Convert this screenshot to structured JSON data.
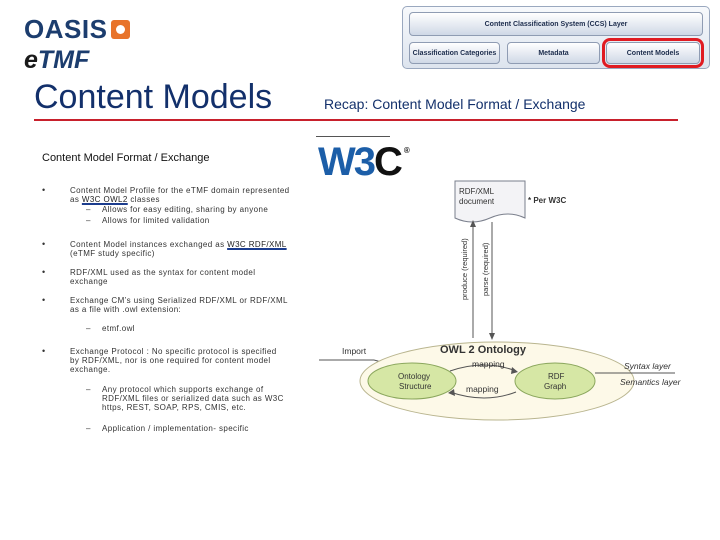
{
  "logos": {
    "oasis": "OASIS",
    "etmf_e": "e",
    "etmf_rest": "TMF"
  },
  "header": {
    "title": "Content Models",
    "subtitle": "Recap: Content Model Format / Exchange"
  },
  "ccs_panel": {
    "layer": "Content Classification System (CCS) Layer",
    "buttons": [
      "Classification Categories",
      "Metadata",
      "Content Models"
    ],
    "highlighted": "Content Models",
    "highlight_color": "#e01b22"
  },
  "section": {
    "heading": "Content Model Format / Exchange"
  },
  "bullets": {
    "b1_text": "Content Model Profile for the eTMF domain represented",
    "b1_as": "as ",
    "b1_link": "W3C OWL2",
    "b1_tail": " classes",
    "b1_sub1": "Allows for easy editing, sharing by anyone",
    "b1_sub2": "Allows for limited validation",
    "b2_text": "Content Model instances exchanged as ",
    "b2_link": "W3C RDF/XML",
    "b2_line2": "(eTMF study specific)",
    "b3_line1": "RDF/XML used as the syntax for content model",
    "b3_line2": "exchange",
    "b4_line1": "Exchange CM’s  using Serialized RDF/XML or RDF/XML",
    "b4_line2": "as a file with .owl extension:",
    "b4_sub": "etmf.owl",
    "b5_line1": "Exchange Protocol :  No specific protocol is specified",
    "b5_line2": "by RDF/XML, nor is one required for content model",
    "b5_line3": "exchange.",
    "b5_sub1_line1": "Any protocol which supports exchange of",
    "b5_sub1_line2": "RDF/XML files or serialized data such as W3C",
    "b5_sub1_line3": "https, REST, SOAP, RPS, CMIS, etc.",
    "b5_sub2": "Application / implementation- specific",
    "bullet_glyph": "•",
    "dash_glyph": "–"
  },
  "w3c_logo": {
    "w3": "W3",
    "c": "C",
    "reg": "®"
  },
  "diagram": {
    "doc_label_1": "RDF/XML",
    "doc_label_2": "document",
    "per_w3c": "* Per W3C",
    "produce": "produce (required)",
    "parse": "parse (required)",
    "import": "Import",
    "owl_title": "OWL 2 Ontology",
    "ontology_1": "Ontology",
    "ontology_2": "Structure",
    "rdf_1": "RDF",
    "rdf_2": "Graph",
    "mapping_top": "mapping",
    "mapping_bottom": "mapping",
    "syntax_layer": "Syntax layer",
    "semantics_layer": "Semantics layer"
  }
}
